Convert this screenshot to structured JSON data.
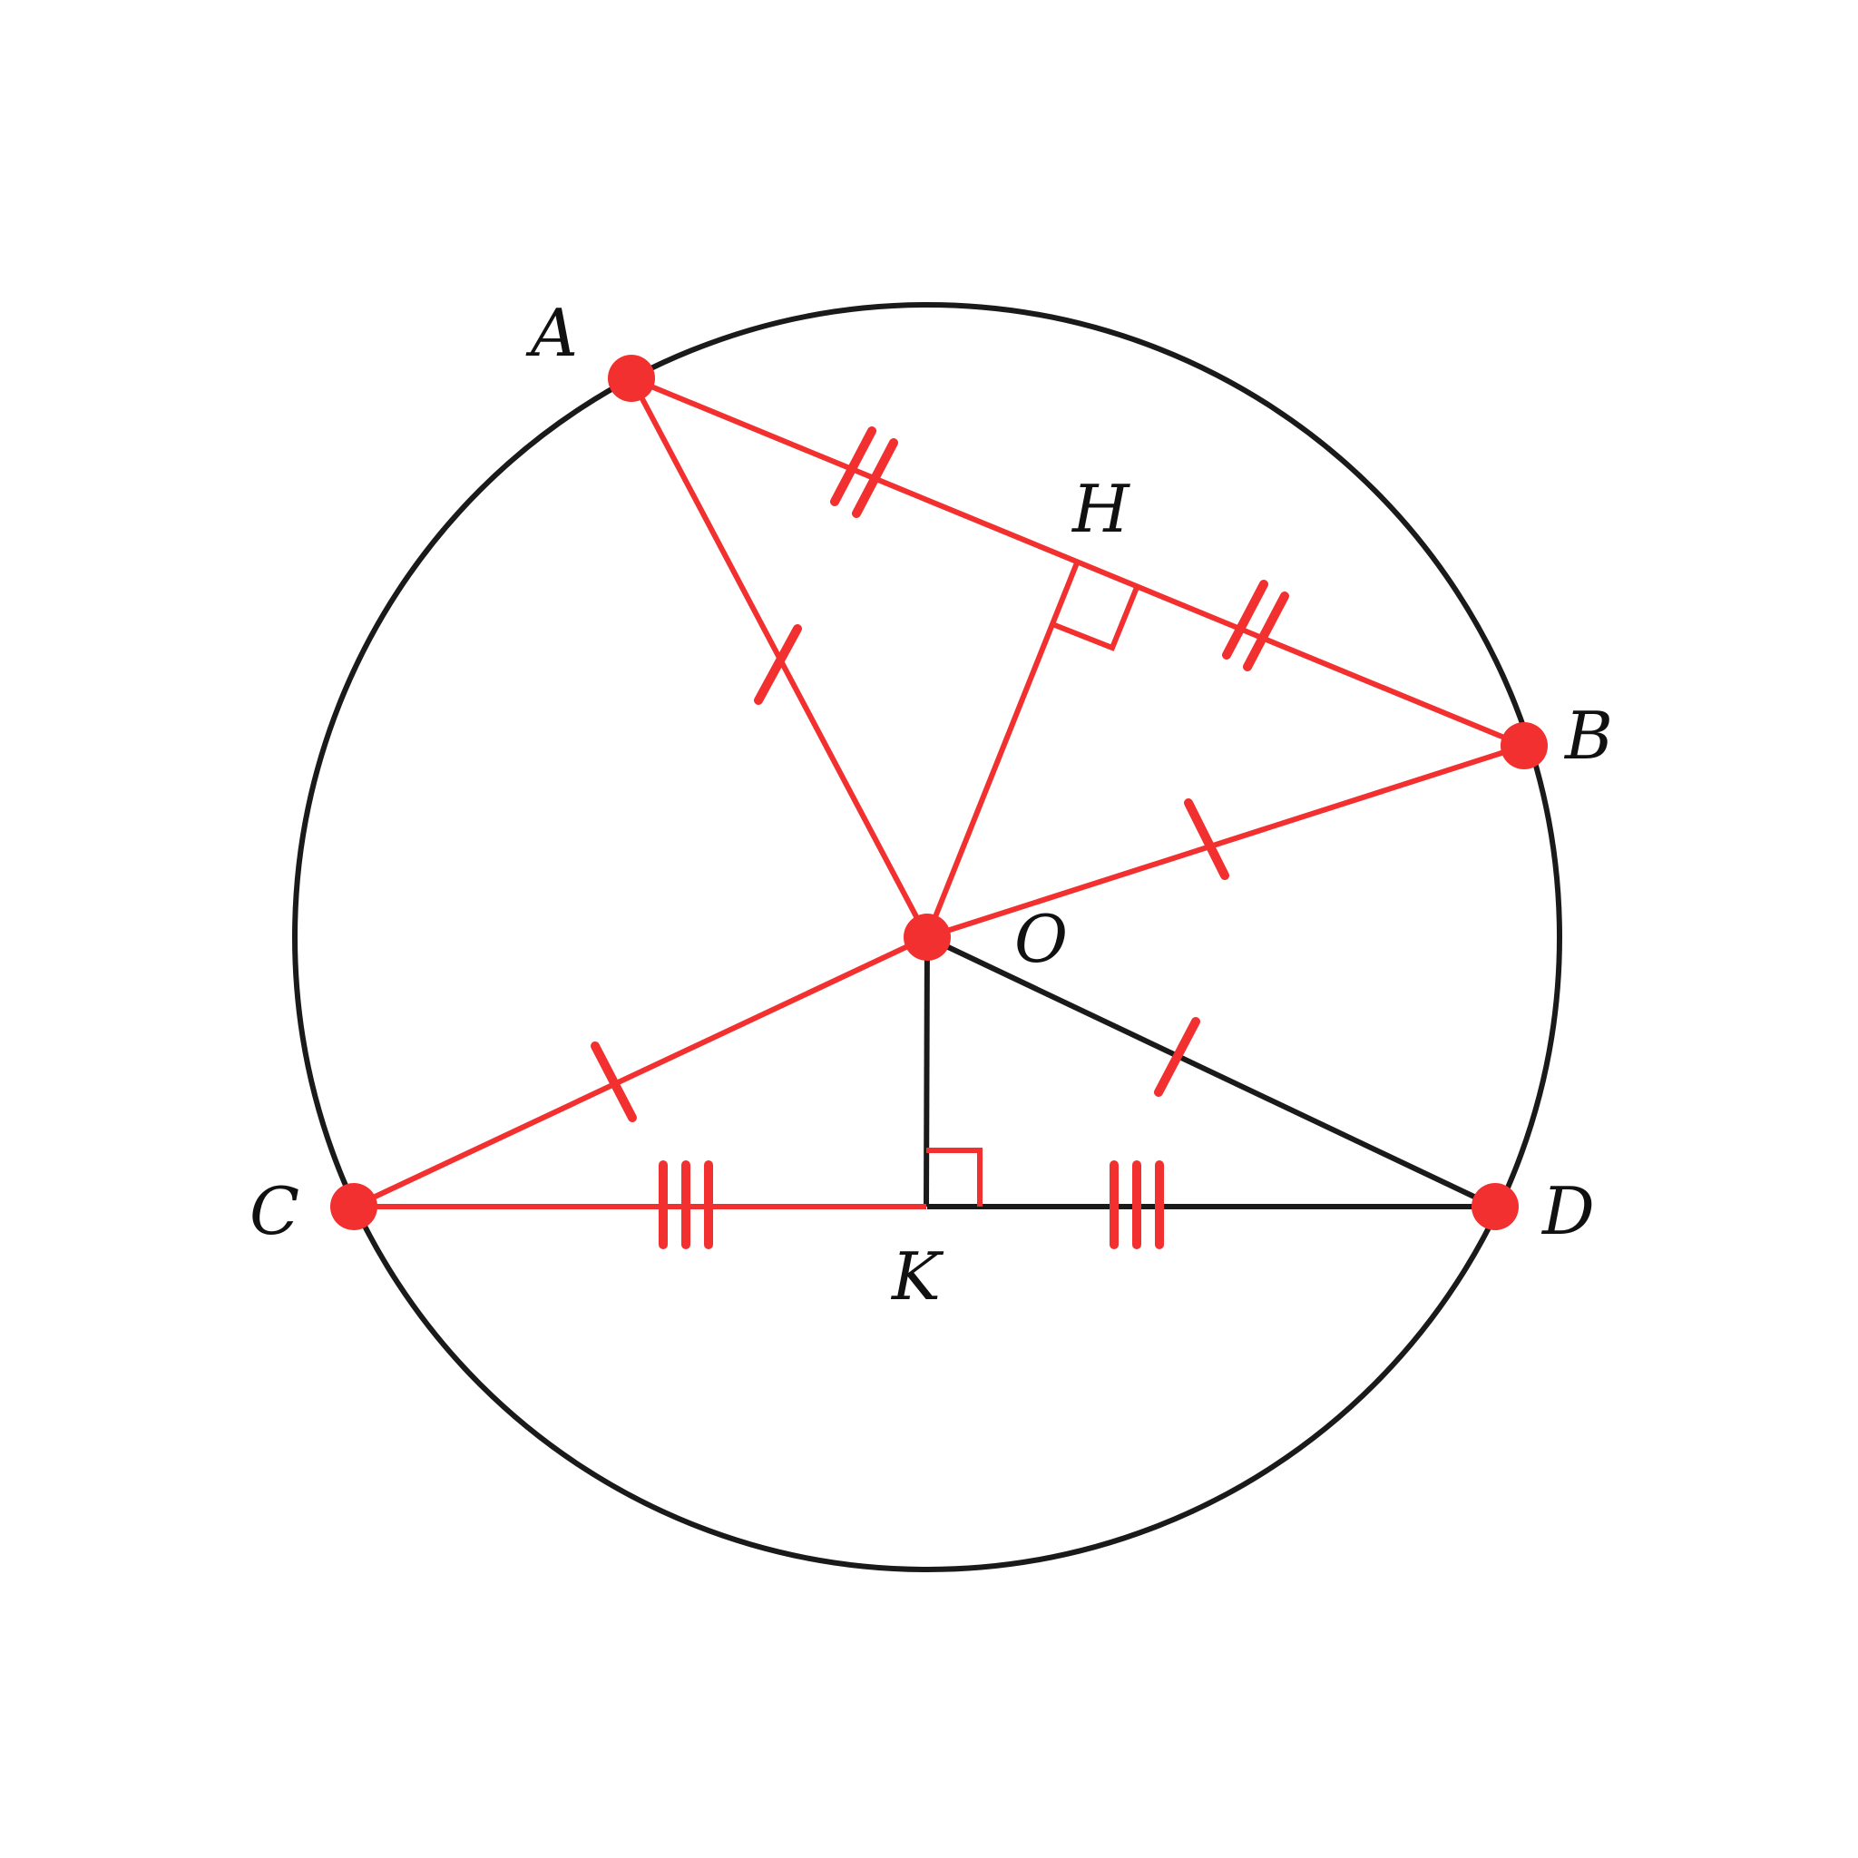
{
  "colors": {
    "accent": "#f23030",
    "ink": "#1a1a1a",
    "background": "#ffffff"
  },
  "labels": {
    "A": "A",
    "B": "B",
    "C": "C",
    "D": "D",
    "O": "O",
    "H": "H",
    "K": "K"
  }
}
